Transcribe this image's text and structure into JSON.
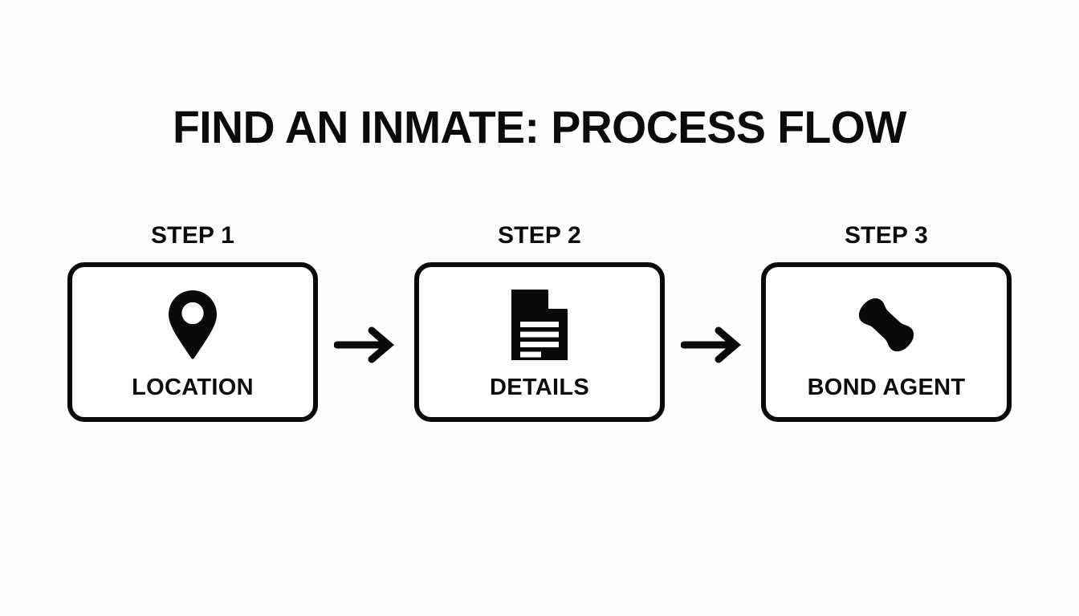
{
  "page": {
    "title": "FIND AN INMATE: PROCESS FLOW",
    "background_color": "#fdfeff",
    "ink_color": "#0a0a0a"
  },
  "diagram": {
    "type": "process-flow",
    "orientation": "horizontal",
    "step_count": 3,
    "steps": [
      {
        "step_label": "STEP 1",
        "box_label": "LOCATION",
        "icon": "map-pin-icon"
      },
      {
        "step_label": "STEP 2",
        "box_label": "DETAILS",
        "icon": "document-icon"
      },
      {
        "step_label": "STEP 3",
        "box_label": "BOND AGENT",
        "icon": "phone-icon"
      }
    ],
    "connectors": [
      {
        "icon": "arrow-right-icon",
        "from": "STEP 1",
        "to": "STEP 2"
      },
      {
        "icon": "arrow-right-icon",
        "from": "STEP 2",
        "to": "STEP 3"
      }
    ]
  }
}
